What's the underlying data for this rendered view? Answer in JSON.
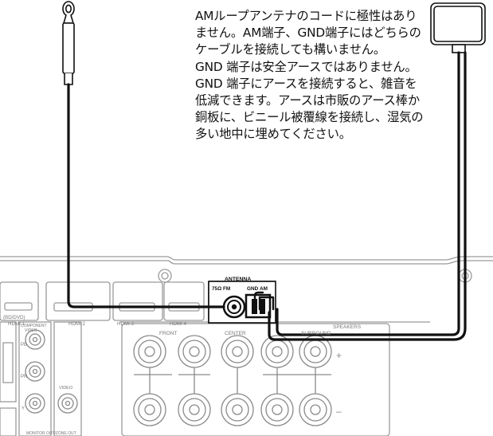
{
  "note": {
    "paragraph1": "AMループアンテナのコードに極性はありません。AM端子、GND端子にはどちらのケーブルを接続しても構いません。",
    "paragraph2": "GND 端子は安全アースではありません。GND 端子にアースを接続すると、雑音を低減できます。アースは市販のアース棒か銅板に、ビニール被覆線を接続し、湿気の多い地中に埋めてください。"
  },
  "panel": {
    "antenna_title": "ANTENNA",
    "fm_label": "75Ω FM",
    "gnd_label": "GND",
    "am_label": "AM",
    "hdmi1": "HDMI 1",
    "hdmi2": "HDMI 2",
    "hdmi3": "HDMI 3",
    "hdmi4": "HDMI 4",
    "bd_dvd": "(BD/DVD)",
    "front": "FRONT",
    "center": "CENTER",
    "surround": "SURROUND",
    "speakers": "SPEAKERS",
    "component_video": "COMPONENT",
    "component_video2": "VIDEO",
    "pb": "PB",
    "pr": "PR",
    "y": "Y",
    "video": "VIDEO",
    "monitor_out": "MONITOR OUT/ZONE OUT",
    "plus": "+",
    "minus": "–"
  },
  "colors": {
    "line": "#111111",
    "panel_fill": "#f4f4f4",
    "panel_line": "#9a9a9a"
  }
}
